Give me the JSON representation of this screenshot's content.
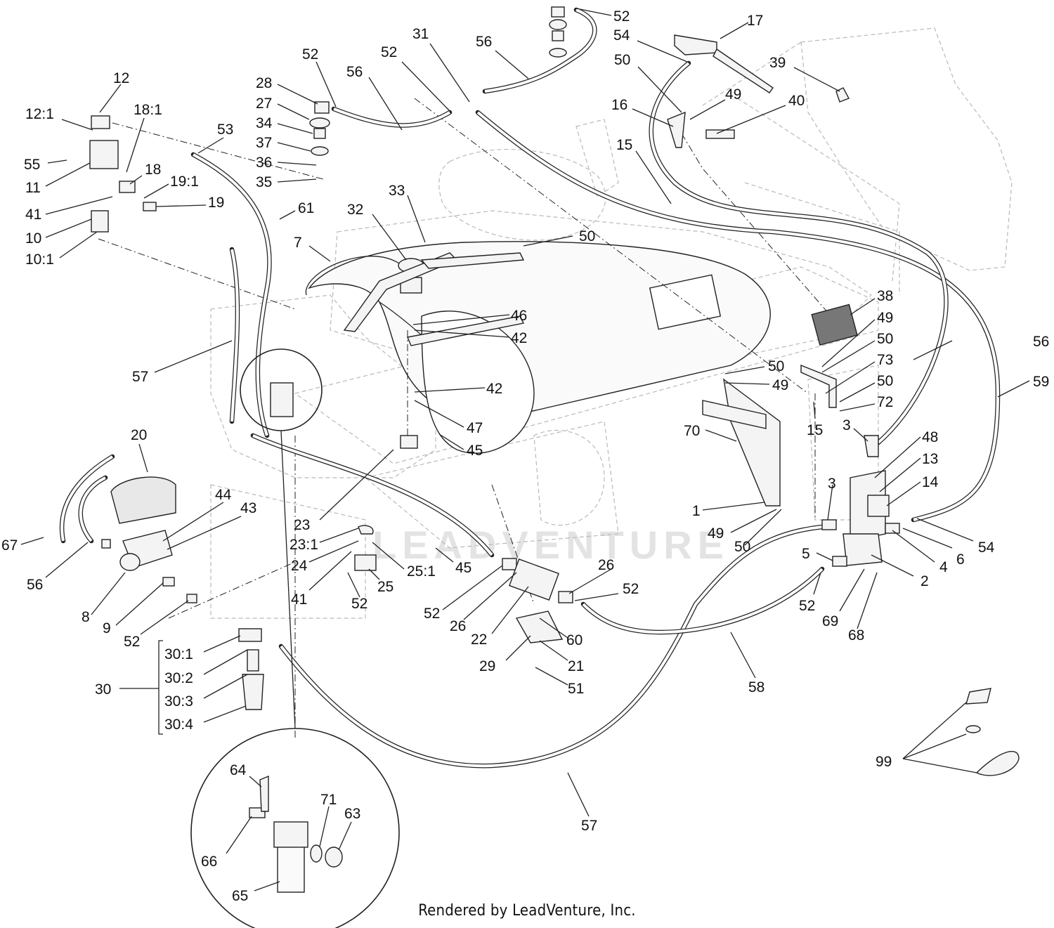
{
  "footer": "Rendered by LeadVenture, Inc.",
  "watermark": "LEADVENTURE",
  "group_bracket_label": "30",
  "callouts": [
    {
      "id": "c-12",
      "text": "12"
    },
    {
      "id": "c-12-1",
      "text": "12:1"
    },
    {
      "id": "c-18-1",
      "text": "18:1"
    },
    {
      "id": "c-55",
      "text": "55"
    },
    {
      "id": "c-11",
      "text": "11"
    },
    {
      "id": "c-18",
      "text": "18"
    },
    {
      "id": "c-19-1",
      "text": "19:1"
    },
    {
      "id": "c-41a",
      "text": "41"
    },
    {
      "id": "c-19",
      "text": "19"
    },
    {
      "id": "c-10",
      "text": "10"
    },
    {
      "id": "c-10-1",
      "text": "10:1"
    },
    {
      "id": "c-53",
      "text": "53"
    },
    {
      "id": "c-61",
      "text": "61"
    },
    {
      "id": "c-52a",
      "text": "52"
    },
    {
      "id": "c-56a",
      "text": "56"
    },
    {
      "id": "c-28",
      "text": "28"
    },
    {
      "id": "c-27",
      "text": "27"
    },
    {
      "id": "c-34",
      "text": "34"
    },
    {
      "id": "c-37",
      "text": "37"
    },
    {
      "id": "c-36",
      "text": "36"
    },
    {
      "id": "c-35",
      "text": "35"
    },
    {
      "id": "c-52b",
      "text": "52"
    },
    {
      "id": "c-31",
      "text": "31"
    },
    {
      "id": "c-56b",
      "text": "56"
    },
    {
      "id": "c-52c",
      "text": "52"
    },
    {
      "id": "c-54a",
      "text": "54"
    },
    {
      "id": "c-17",
      "text": "17"
    },
    {
      "id": "c-50a",
      "text": "50"
    },
    {
      "id": "c-39",
      "text": "39"
    },
    {
      "id": "c-16",
      "text": "16"
    },
    {
      "id": "c-49a",
      "text": "49"
    },
    {
      "id": "c-40",
      "text": "40"
    },
    {
      "id": "c-15a",
      "text": "15"
    },
    {
      "id": "c-7",
      "text": "7"
    },
    {
      "id": "c-32",
      "text": "32"
    },
    {
      "id": "c-33",
      "text": "33"
    },
    {
      "id": "c-50b",
      "text": "50"
    },
    {
      "id": "c-46",
      "text": "46"
    },
    {
      "id": "c-42a",
      "text": "42"
    },
    {
      "id": "c-42b",
      "text": "42"
    },
    {
      "id": "c-47",
      "text": "47"
    },
    {
      "id": "c-45a",
      "text": "45"
    },
    {
      "id": "c-57a",
      "text": "57"
    },
    {
      "id": "c-38",
      "text": "38"
    },
    {
      "id": "c-49b",
      "text": "49"
    },
    {
      "id": "c-50c",
      "text": "50"
    },
    {
      "id": "c-73",
      "text": "73"
    },
    {
      "id": "c-50d",
      "text": "50"
    },
    {
      "id": "c-72",
      "text": "72"
    },
    {
      "id": "c-50e",
      "text": "50"
    },
    {
      "id": "c-49c",
      "text": "49"
    },
    {
      "id": "c-56c",
      "text": "56"
    },
    {
      "id": "c-59",
      "text": "59"
    },
    {
      "id": "c-15b",
      "text": "15"
    },
    {
      "id": "c-3a",
      "text": "3"
    },
    {
      "id": "c-70",
      "text": "70"
    },
    {
      "id": "c-48",
      "text": "48"
    },
    {
      "id": "c-13",
      "text": "13"
    },
    {
      "id": "c-14",
      "text": "14"
    },
    {
      "id": "c-1",
      "text": "1"
    },
    {
      "id": "c-49d",
      "text": "49"
    },
    {
      "id": "c-50f",
      "text": "50"
    },
    {
      "id": "c-3b",
      "text": "3"
    },
    {
      "id": "c-5",
      "text": "5"
    },
    {
      "id": "c-6",
      "text": "6"
    },
    {
      "id": "c-54b",
      "text": "54"
    },
    {
      "id": "c-4",
      "text": "4"
    },
    {
      "id": "c-2",
      "text": "2"
    },
    {
      "id": "c-52d",
      "text": "52"
    },
    {
      "id": "c-69",
      "text": "69"
    },
    {
      "id": "c-68",
      "text": "68"
    },
    {
      "id": "c-20",
      "text": "20"
    },
    {
      "id": "c-44",
      "text": "44"
    },
    {
      "id": "c-43",
      "text": "43"
    },
    {
      "id": "c-67",
      "text": "67"
    },
    {
      "id": "c-56d",
      "text": "56"
    },
    {
      "id": "c-8",
      "text": "8"
    },
    {
      "id": "c-9",
      "text": "9"
    },
    {
      "id": "c-52e",
      "text": "52"
    },
    {
      "id": "c-23",
      "text": "23"
    },
    {
      "id": "c-23-1",
      "text": "23:1"
    },
    {
      "id": "c-24",
      "text": "24"
    },
    {
      "id": "c-41b",
      "text": "41"
    },
    {
      "id": "c-25-1",
      "text": "25:1"
    },
    {
      "id": "c-45b",
      "text": "45"
    },
    {
      "id": "c-25",
      "text": "25"
    },
    {
      "id": "c-52f",
      "text": "52"
    },
    {
      "id": "c-26a",
      "text": "26"
    },
    {
      "id": "c-52g",
      "text": "52"
    },
    {
      "id": "c-26b",
      "text": "26"
    },
    {
      "id": "c-22",
      "text": "22"
    },
    {
      "id": "c-52h",
      "text": "52"
    },
    {
      "id": "c-60",
      "text": "60"
    },
    {
      "id": "c-29",
      "text": "29"
    },
    {
      "id": "c-21",
      "text": "21"
    },
    {
      "id": "c-51",
      "text": "51"
    },
    {
      "id": "c-58",
      "text": "58"
    },
    {
      "id": "c-30-1",
      "text": "30:1"
    },
    {
      "id": "c-30-2",
      "text": "30:2"
    },
    {
      "id": "c-30-3",
      "text": "30:3"
    },
    {
      "id": "c-30-4",
      "text": "30:4"
    },
    {
      "id": "c-57b",
      "text": "57"
    },
    {
      "id": "c-99",
      "text": "99"
    },
    {
      "id": "c-64",
      "text": "64"
    },
    {
      "id": "c-71",
      "text": "71"
    },
    {
      "id": "c-63",
      "text": "63"
    },
    {
      "id": "c-66",
      "text": "66"
    },
    {
      "id": "c-65",
      "text": "65"
    }
  ]
}
